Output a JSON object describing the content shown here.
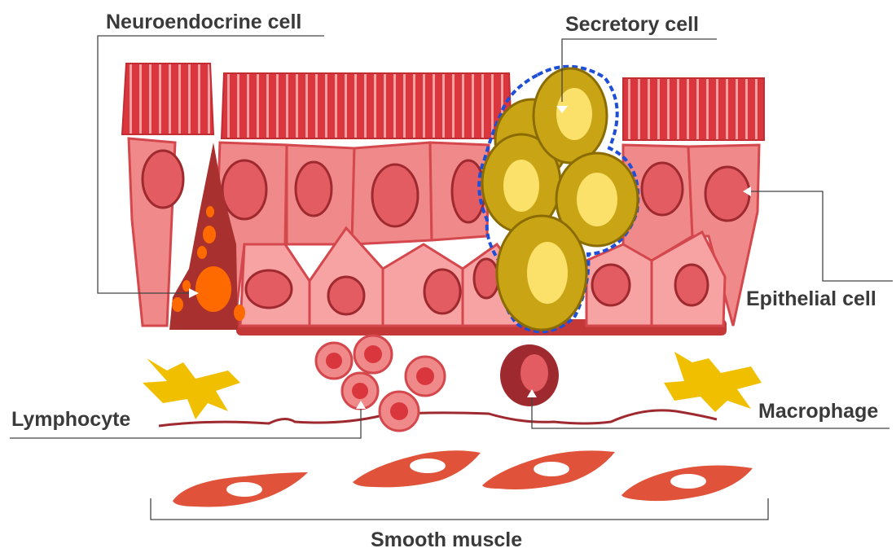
{
  "labels": {
    "neuroendocrine": "Neuroendocrine cell",
    "secretory": "Secretory cell",
    "epithelial": "Epithelial cell",
    "lymphocyte": "Lymphocyte",
    "macrophage": "Macrophage",
    "smooth_muscle": "Smooth muscle"
  },
  "colors": {
    "cilia": "#d9363e",
    "epithelial_cell": "#f08a8a",
    "nucleus": "#e25c62",
    "nucleus_outline": "#9e2a2f",
    "neuroendocrine_cell": "#a8302f",
    "granule": "#ff6a00",
    "secretory_cell": "#c9a516",
    "secretory_nucleus": "#fbe06a",
    "secretory_outline_dash": "#1f4fd6",
    "fibroblast": "#f0c000",
    "lymphocyte": "#f07a80",
    "macrophage": "#9e2a2f",
    "smooth_muscle": "#e0533a"
  }
}
